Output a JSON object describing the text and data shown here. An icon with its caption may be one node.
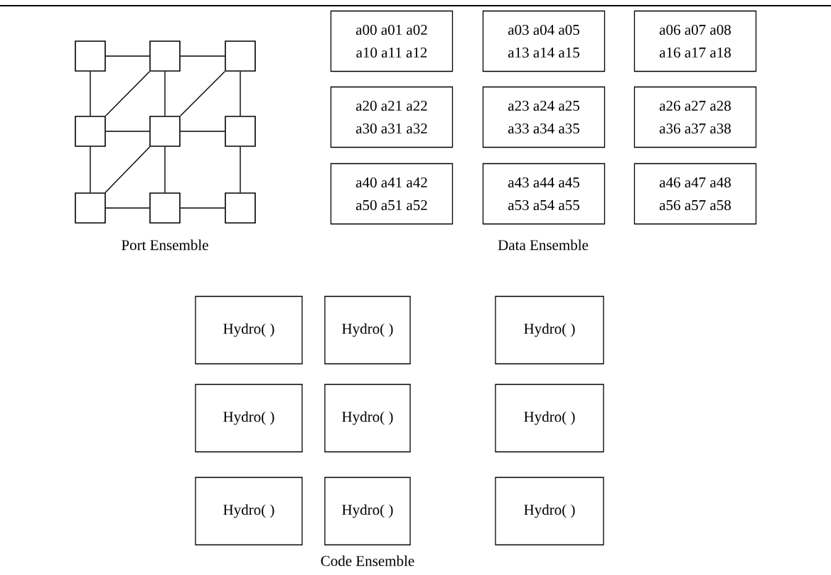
{
  "diagram": {
    "nodes": [
      {
        "text": [],
        "shape": "box"
      },
      {
        "text": [],
        "shape": "box"
      },
      {
        "text": [],
        "shape": "box"
      },
      {
        "text": [],
        "shape": "box"
      },
      {
        "text": [],
        "shape": "box"
      },
      {
        "text": [],
        "shape": "box"
      },
      {
        "text": [],
        "shape": "box"
      },
      {
        "text": [],
        "shape": "box"
      },
      {
        "text": [],
        "shape": "box"
      },
      {
        "text": [
          "a00 a01 a02",
          "a10 a11 a12"
        ]
      },
      {
        "text": [
          "a03 a04 a05",
          "a13 a14 a15"
        ]
      },
      {
        "text": [
          "a06 a07 a08",
          "a16 a17 a18"
        ]
      },
      {
        "text": [
          "a20 a21 a22",
          "a30 a31 a32"
        ]
      },
      {
        "text": [
          "a23 a24 a25",
          "a33 a34 a35"
        ]
      },
      {
        "text": [
          "a26 a27 a28",
          "a36 a37 a38"
        ]
      },
      {
        "text": [
          "a40 a41 a42",
          "a50 a51 a52"
        ]
      },
      {
        "text": [
          "a43 a44 a45",
          "a53 a54 a55"
        ]
      },
      {
        "text": [
          "a46 a47 a48",
          "a56 a57 a58"
        ]
      },
      {
        "text": [
          "Hydro( )"
        ]
      },
      {
        "text": [
          "Hydro( )"
        ]
      },
      {
        "text": [
          "Hydro( )"
        ]
      },
      {
        "text": [
          "Hydro( )"
        ]
      },
      {
        "text": [
          "Hydro( )"
        ]
      },
      {
        "text": [
          "Hydro( )"
        ]
      },
      {
        "text": [
          "Hydro( )"
        ]
      },
      {
        "text": [
          "Hydro( )"
        ]
      },
      {
        "text": [
          "Hydro( )"
        ]
      }
    ],
    "edges": [
      {
        "from": 0,
        "to": 1,
        "arrow": "none"
      },
      {
        "from": 1,
        "to": 2,
        "arrow": "none"
      },
      {
        "from": 0,
        "to": 3,
        "arrow": "none"
      },
      {
        "from": 1,
        "to": 3,
        "arrow": "none"
      },
      {
        "from": 1,
        "to": 4,
        "arrow": "none"
      },
      {
        "from": 2,
        "to": 4,
        "arrow": "none"
      },
      {
        "from": 2,
        "to": 5,
        "arrow": "none"
      },
      {
        "from": 3,
        "to": 4,
        "arrow": "none"
      },
      {
        "from": 4,
        "to": 5,
        "arrow": "none"
      },
      {
        "from": 3,
        "to": 6,
        "arrow": "none"
      },
      {
        "from": 4,
        "to": 6,
        "arrow": "none"
      },
      {
        "from": 4,
        "to": 7,
        "arrow": "none"
      },
      {
        "from": 5,
        "to": 8,
        "arrow": "none"
      },
      {
        "from": 6,
        "to": 7,
        "arrow": "none"
      },
      {
        "from": 7,
        "to": 8,
        "arrow": "none"
      }
    ],
    "labels": [
      "Port Ensemble",
      "Data Ensemble",
      "Code Ensemble"
    ]
  }
}
